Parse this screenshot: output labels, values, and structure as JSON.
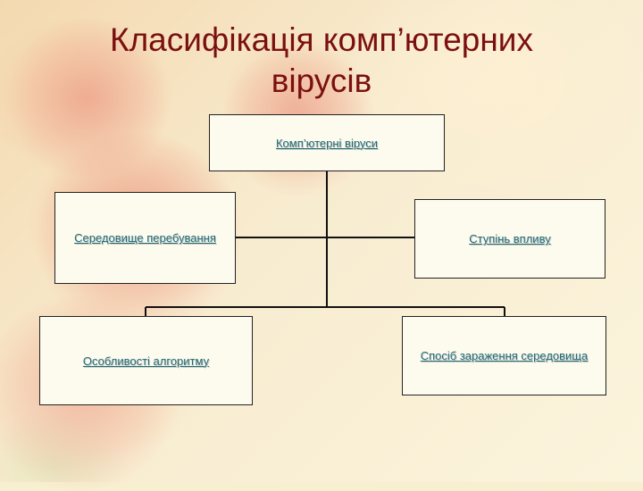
{
  "title": {
    "line1": "Класифікація комп’ютерних",
    "line2": "вірусів"
  },
  "diagram": {
    "root": "Комп’ютерні віруси",
    "left_top": "Середовище перебування",
    "right_top": "Ступінь впливу",
    "left_bottom": "Особливості алгоритму",
    "right_bottom": "Спосіб зараження середовища"
  },
  "colors": {
    "title": "#7a1010",
    "label": "#1f6c7a",
    "line": "#111111"
  }
}
